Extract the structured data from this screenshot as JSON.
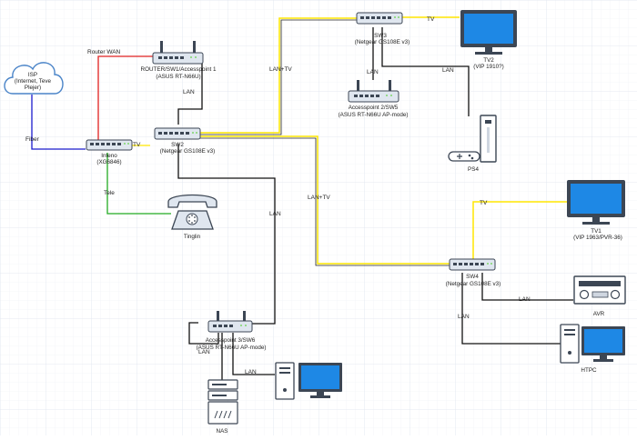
{
  "colors": {
    "background": "#ffffff",
    "grid": "#e3e8f1",
    "yellow": "#ffe600",
    "red": "#e02020",
    "blue": "#1a1acc",
    "green": "#22aa22",
    "black": "#111111",
    "device_light": "#dfe6ef",
    "device_dark": "#3c4654",
    "screen": "#1e88e5"
  },
  "nodes": {
    "isp": {
      "title": "ISP",
      "line1": "(Internet, Teve",
      "line2": "Plejer)",
      "icon": "cloud-icon"
    },
    "inteno": {
      "title": "Inteno",
      "line1": "(XG6846)",
      "icon": "switch-icon"
    },
    "router": {
      "title": "ROUTER/SW1/Accesspoint 1",
      "line1": "(ASUS RT-N66U)",
      "icon": "router-icon"
    },
    "sw2": {
      "title": "SW2",
      "line1": "(Netgear GS108E v3)",
      "icon": "switch-icon"
    },
    "sw3": {
      "title": "SW3",
      "line1": "(Netgear GS108E v3)",
      "icon": "switch-icon"
    },
    "ap2": {
      "title": "Accesspoint 2/SW5",
      "line1": "(ASUS RT-N66U AP-mode)",
      "icon": "router-icon"
    },
    "tv2": {
      "title": "TV2",
      "line1": "(VIP 1910?)",
      "icon": "monitor-icon"
    },
    "ps4": {
      "title": "PS4",
      "icon": "game-console-icon"
    },
    "phone": {
      "title": "Tinglin",
      "icon": "telephone-icon"
    },
    "sw4": {
      "title": "SW4",
      "line1": "(Netgear GS108E v3)",
      "icon": "switch-icon"
    },
    "tv1": {
      "title": "TV1",
      "line1": "(VIP 1963/PVR-36)",
      "icon": "monitor-icon"
    },
    "avr": {
      "title": "AVR",
      "icon": "av-receiver-icon"
    },
    "htpc": {
      "title": "HTPC",
      "icon": "desktop-computer-icon"
    },
    "ap3": {
      "title": "Accesspoint 3/SW6",
      "line1": "(ASUS RT-N66U AP-mode)",
      "icon": "router-icon"
    },
    "nas": {
      "title": "NAS",
      "icon": "server-icon"
    },
    "pc": {
      "icon": "desktop-computer-icon"
    }
  },
  "edge_labels": {
    "router_wan": "Router WAN",
    "fiber": "Fiber",
    "tv_inteno": "TV",
    "tele": "Tele",
    "lan_router_sw2": "LAN",
    "lan_tv_sw2_sw3": "LAN+TV",
    "tv_sw3_tv2": "TV",
    "lan_sw3_ap2": "LAN",
    "lan_sw3_ps4": "LAN",
    "lan_tv_sw2_sw4": "LAN+TV",
    "lan_sw2_ap3": "LAN",
    "tv_sw4_tv1": "TV",
    "lan_sw4_avr": "LAN",
    "lan_sw4_htpc": "LAN",
    "lan_ap3_nas": "LAN",
    "lan_ap3_pc": "LAN"
  }
}
